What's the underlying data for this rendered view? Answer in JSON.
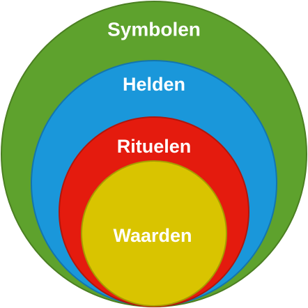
{
  "diagram": {
    "layers": [
      {
        "label": "Symbolen",
        "color": "#5ea22d"
      },
      {
        "label": "Helden",
        "color": "#1a97da"
      },
      {
        "label": "Rituelen",
        "color": "#e41b0e"
      },
      {
        "label": "Waarden",
        "color": "#d9c400"
      }
    ]
  }
}
